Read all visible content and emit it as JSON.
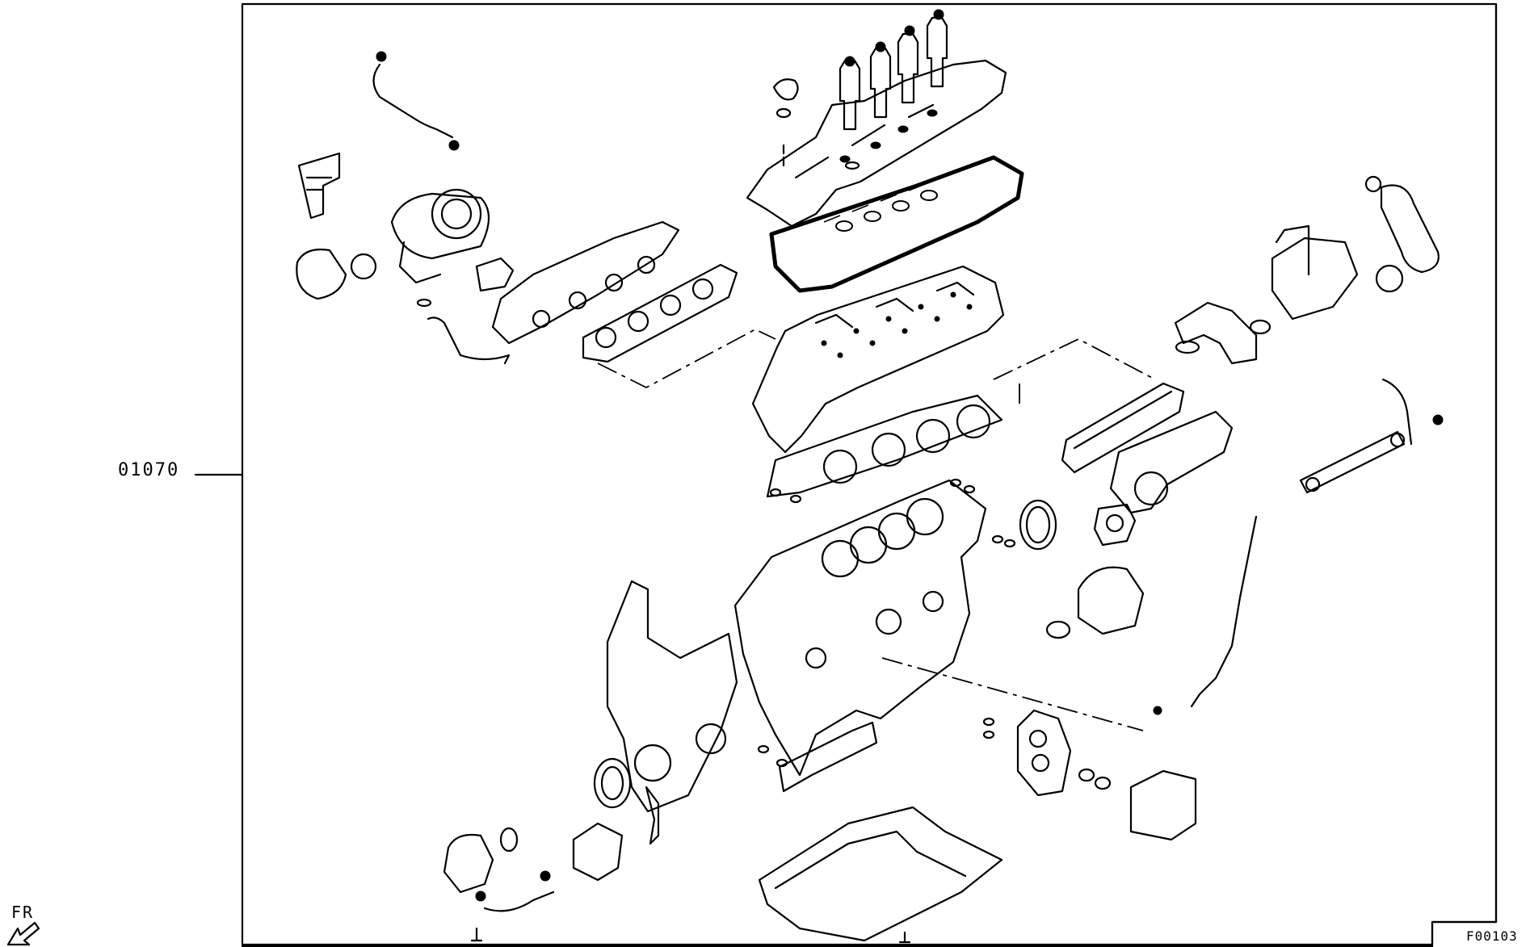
{
  "callout": {
    "part_number": "01070"
  },
  "orientation": {
    "label": "FR",
    "icon": "front-direction-arrow-icon"
  },
  "figure": {
    "code": "F00103"
  },
  "components": [
    "injector-icon",
    "cylinder-head-cover-icon",
    "head-cover-gasket-icon",
    "cylinder-head-icon",
    "cylinder-head-gasket-icon",
    "cylinder-block-icon",
    "turbocharger-icon",
    "exhaust-manifold-icon",
    "exhaust-manifold-gasket-icon",
    "intake-manifold-icon",
    "intake-manifold-gasket-icon",
    "egr-valve-icon",
    "fuel-rail-icon",
    "oil-level-gauge-icon",
    "timing-cover-icon",
    "oil-seal-icon",
    "water-pump-icon",
    "oil-pan-icon",
    "oil-strainer-icon",
    "oil-filter-bracket-icon",
    "oil-cooler-icon",
    "vacuum-pump-icon",
    "water-outlet-icon",
    "oil-pipe-icon"
  ]
}
